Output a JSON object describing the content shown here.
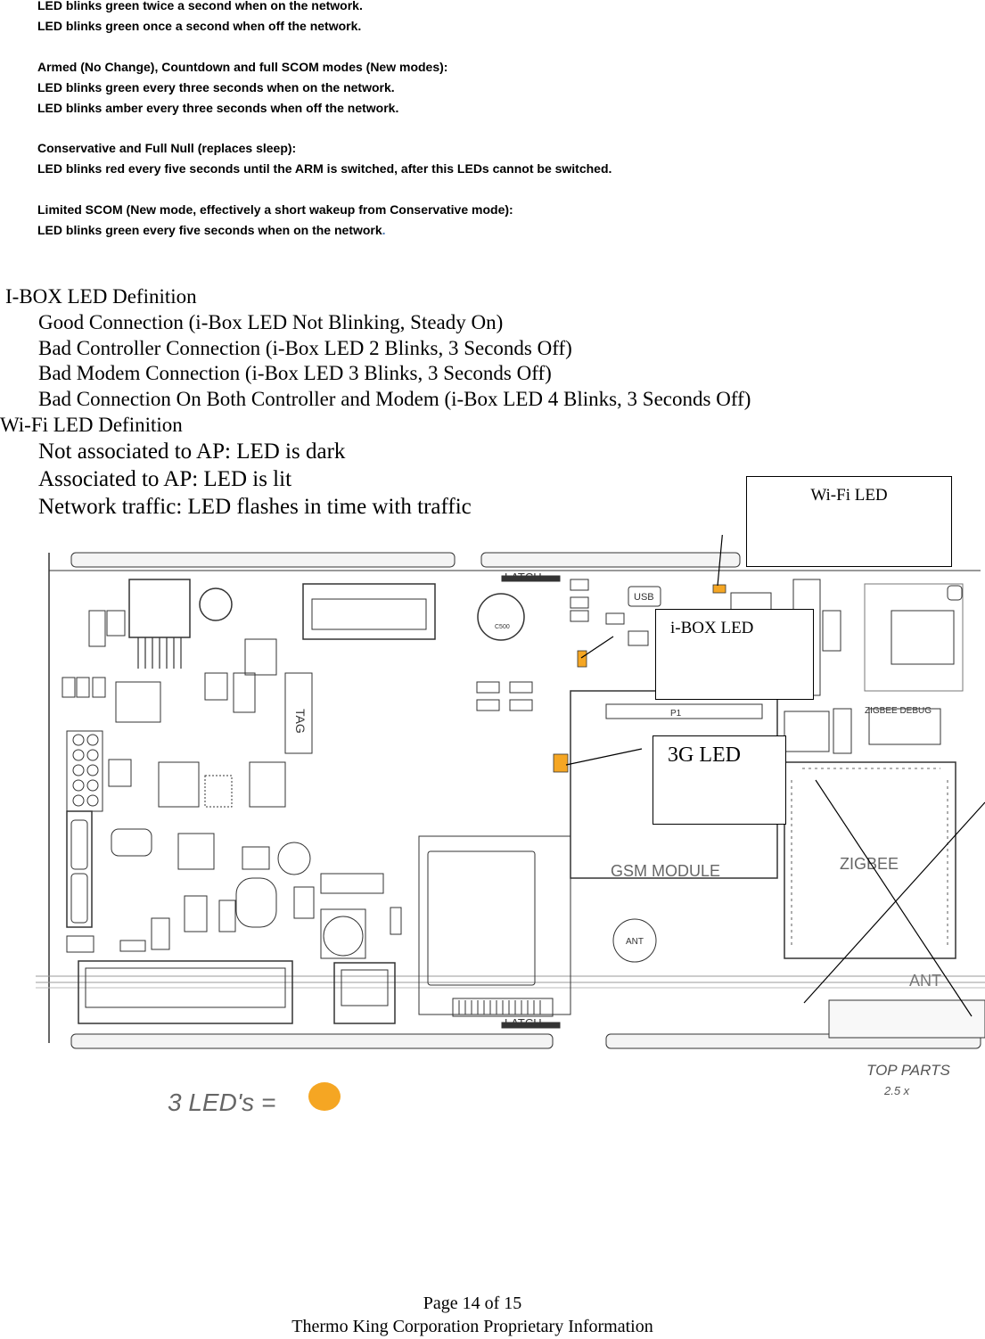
{
  "led_modes": {
    "line1": "LED blinks green twice a second when on the network.",
    "line2": "LED blinks green once a second when off the network.",
    "armed_heading": "Armed (No Change), Countdown and full SCOM modes (New modes):",
    "armed_line1": "LED blinks green every three seconds when on the network.",
    "armed_line2": "LED blinks amber every three seconds when off the network.",
    "conservative_heading": "Conservative and Full Null (replaces sleep):",
    "conservative_line": "LED blinks red every five seconds until the ARM is switched, after this LEDs cannot be switched.",
    "limited_heading": "Limited SCOM (New mode, effectively a short wakeup from Conservative mode):",
    "limited_line": "LED blinks green every five seconds when on the network",
    "limited_period": "."
  },
  "ibox": {
    "heading": "I-BOX LED Definition",
    "items": [
      "Good Connection (i-Box LED Not Blinking, Steady On)",
      "Bad Controller Connection (i-Box LED 2 Blinks, 3 Seconds Off)",
      "Bad Modem Connection (i-Box LED 3 Blinks, 3 Seconds Off)",
      "Bad Connection On Both Controller and Modem (i-Box LED 4 Blinks, 3 Seconds Off)"
    ]
  },
  "wifi": {
    "heading": "Wi-Fi LED Definition",
    "items": [
      "Not associated to AP: LED is dark",
      "Associated to AP: LED is lit",
      "Network traffic: LED flashes in time with traffic"
    ]
  },
  "callouts": {
    "wifi": "Wi-Fi LED",
    "ibox": "i-BOX LED",
    "g3": "3G LED"
  },
  "board": {
    "latch_top": "LATCH",
    "latch_bottom": "LATCH",
    "usb": "USB",
    "gsm": "GSM MODULE",
    "zigbee": "ZIGBEE",
    "zigbee_debug": "ZIGBEE  DEBUG",
    "ant_small": "ANT",
    "ant_big": "ANT",
    "tag": "TAG",
    "p1": "P1",
    "c500": "C500",
    "top_parts": "TOP PARTS",
    "scale": "2.5 x",
    "leds_note": "3 LED's ="
  },
  "footer": {
    "page": "Page 14 of 15",
    "company": "Thermo King Corporation Proprietary Information"
  },
  "colors": {
    "led_orange": "#f5a623"
  }
}
